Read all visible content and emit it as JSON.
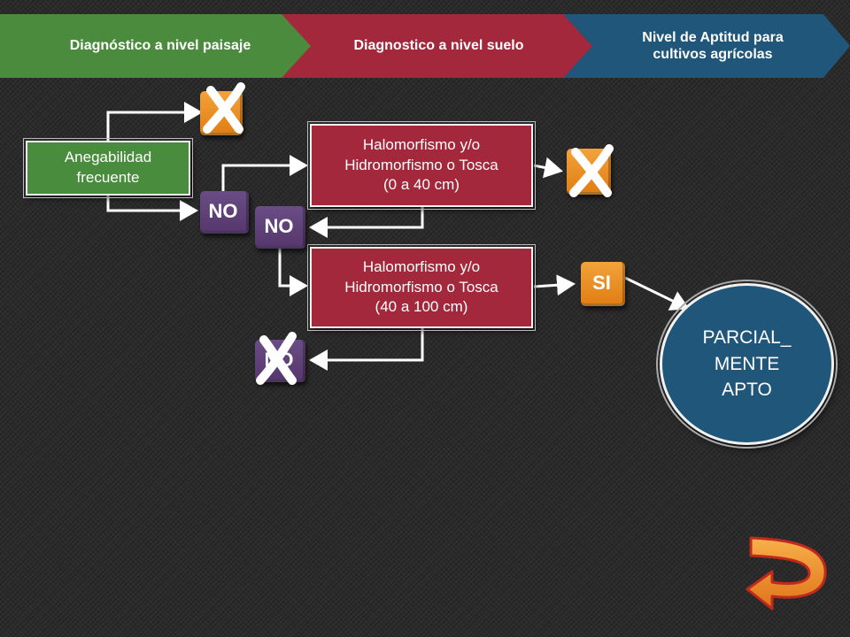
{
  "header": {
    "step1": "Diagnóstico a nivel paisaje",
    "step2": "Diagnostico a nivel suelo",
    "step3_line1": "Nivel de Aptitud para",
    "step3_line2": "cultivos agrícolas"
  },
  "nodes": {
    "anegabilidad_line1": "Anegabilidad",
    "anegabilidad_line2": "frecuente",
    "cond1_line1": "Halomorfismo y/o",
    "cond1_line2": "Hidromorfismo o Tosca",
    "cond1_line3": "(0 a 40 cm)",
    "cond2_line1": "Halomorfismo y/o",
    "cond2_line2": "Hidromorfismo o Tosca",
    "cond2_line3": "(40 a 100 cm)",
    "no_label": "NO",
    "si_label": "SI",
    "result_line1": "PARCIAL_",
    "result_line2": "MENTE",
    "result_line3": "APTO"
  },
  "colors": {
    "green": "#4a8c3d",
    "red": "#a3283c",
    "blue": "#1f5679",
    "purple": "#5f4279",
    "orange": "#ee9126"
  },
  "icons": [
    "cross-icon",
    "curved-return-arrow-icon"
  ]
}
